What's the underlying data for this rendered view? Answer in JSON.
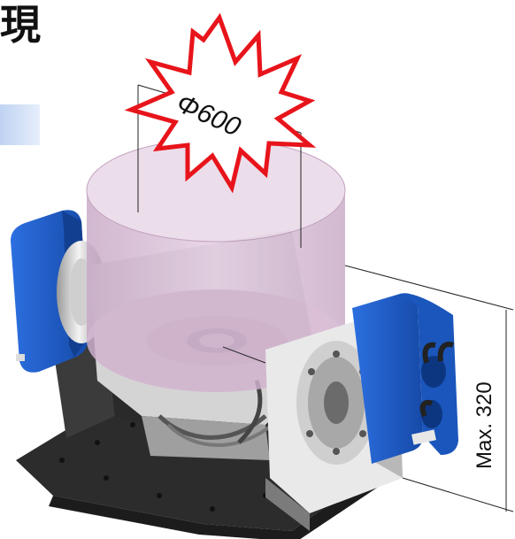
{
  "heading_fragment": "現",
  "diameter_label": "Φ600",
  "height_label": "Max. 320",
  "colors": {
    "burst_stroke": "#e8141b",
    "cylinder": "#d9bcd6",
    "motor_blue": "#1f5fc8",
    "base": "#3a3a3a"
  }
}
